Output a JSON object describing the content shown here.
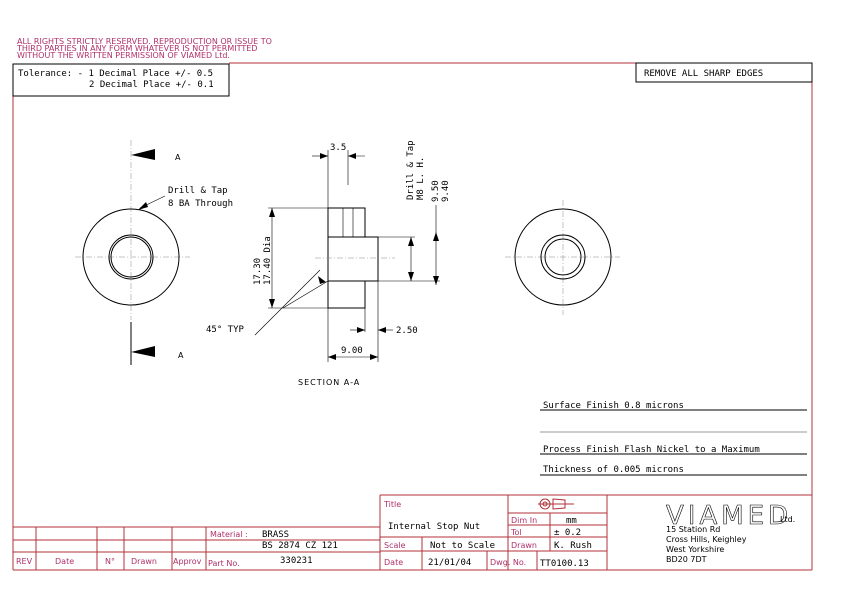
{
  "copyright": [
    "ALL RIGHTS STRICTLY RESERVED. REPRODUCTION OR ISSUE TO",
    "THIRD PARTIES IN ANY FORM WHATEVER IS NOT PERMITTED",
    "WITHOUT THE WRITTEN PERMISSION OF VIAMED Ltd."
  ],
  "tolerance": {
    "line1": "Tolerance: - 1 Decimal Place +/- 0.5",
    "line2": "2 Decimal Place +/- 0.1"
  },
  "note_edges": "REMOVE ALL SHARP EDGES",
  "views": {
    "section_marker": "A",
    "drill_note": [
      "Drill & Tap",
      "8 BA Through"
    ],
    "dim_3_5": "3.5",
    "dim_dia": [
      "17.30",
      "17.40 Dia"
    ],
    "drill_tap_note": [
      "Drill & Tap",
      "M8 L. H."
    ],
    "dim_9_5": [
      "9.50",
      "9.40"
    ],
    "chamfer": "45° TYP",
    "dim_2_5": "2.50",
    "dim_9_0": "9.00",
    "section_title": "SECTION A-A"
  },
  "notes": {
    "surface": "Surface Finish  0.8 microns",
    "process": "Process Finish  Flash Nickel to a Maximum",
    "thickness": "Thickness of 0.005 microns"
  },
  "title_block": {
    "title_label": "Title",
    "title": "Internal Stop Nut",
    "dim_label": "Dim In",
    "dim": "mm",
    "tol_label": "Tol",
    "tol": "± 0.2",
    "scale_label": "Scale",
    "scale": "Not to Scale",
    "drawn_label": "Drawn",
    "drawn": "K. Rush",
    "date_label": "Date",
    "date": "21/01/04",
    "dwg_label": "Dwg. No.",
    "dwg": "TT0100.13"
  },
  "company": {
    "name": "VIAMED",
    "suffix": "Ltd.",
    "address": [
      "15 Station Rd",
      "Cross Hills, Keighley",
      "West Yorkshire",
      "BD20 7DT"
    ]
  },
  "revision": {
    "headers": [
      "REV",
      "Date",
      "N°",
      "Drawn",
      "Approv"
    ],
    "material_label": "Material :",
    "material": [
      "BRASS",
      "BS 2874 CZ 121"
    ],
    "part_label": "Part No.",
    "part": "330231"
  }
}
